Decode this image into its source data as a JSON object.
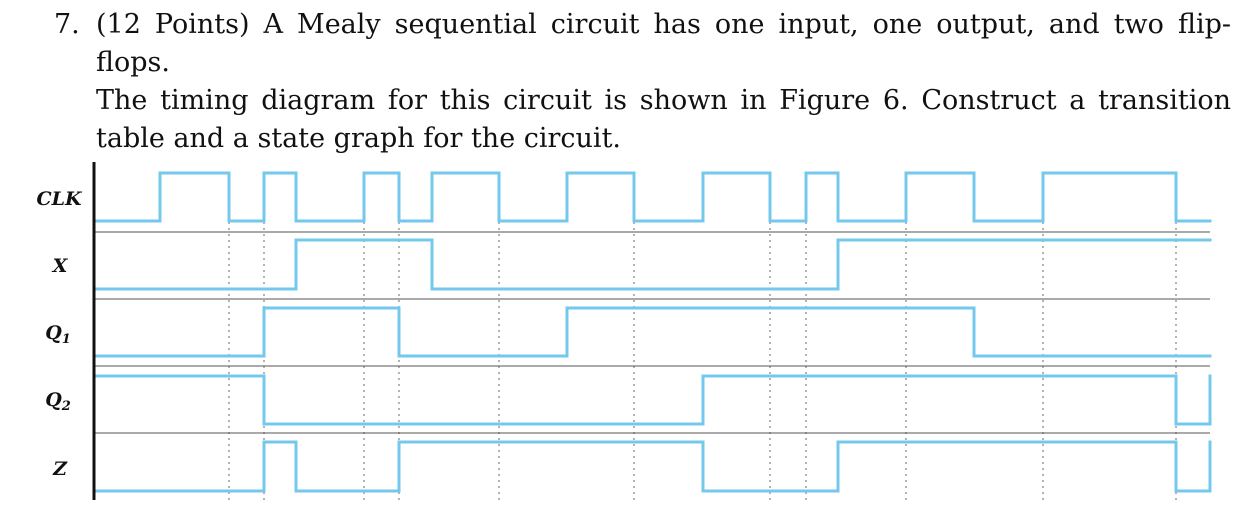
{
  "problem": {
    "number": "7.",
    "lines": [
      "(12 Points) A Mealy sequential circuit has one input, one output, and two flip-flops.",
      "The timing diagram for this circuit is shown in Figure 6. Construct a transition",
      "table and a state graph for the circuit."
    ]
  },
  "diagram": {
    "colors": {
      "waveform": "#74c8ec",
      "axis": "#111111",
      "separator": "#555555",
      "guide": "#444444"
    },
    "signals": [
      {
        "id": "clk",
        "label": "CLK",
        "levels": [
          0,
          1,
          0,
          1,
          0,
          1,
          0,
          1,
          0,
          1,
          0,
          1,
          0,
          1,
          0,
          1,
          0,
          1,
          0
        ]
      },
      {
        "id": "x",
        "label": "X",
        "levels": [
          0,
          0,
          0,
          0,
          1,
          1,
          1,
          0,
          0,
          0,
          0,
          0,
          0,
          0,
          1,
          1,
          1,
          1,
          1,
          1
        ]
      },
      {
        "id": "q1",
        "label": "Q1",
        "levels": [
          0,
          0,
          0,
          1,
          1,
          1,
          0,
          0,
          0,
          1,
          1,
          1,
          1,
          1,
          1,
          1,
          0,
          0,
          0,
          0
        ]
      },
      {
        "id": "q2",
        "label": "Q2",
        "levels": [
          1,
          1,
          1,
          0,
          0,
          0,
          0,
          0,
          0,
          0,
          0,
          1,
          1,
          1,
          1,
          1,
          1,
          1,
          0,
          1
        ]
      },
      {
        "id": "z",
        "label": "Z",
        "levels": [
          0,
          0,
          0,
          1,
          0,
          0,
          1,
          1,
          1,
          1,
          1,
          0,
          0,
          0,
          1,
          1,
          1,
          1,
          0,
          1
        ]
      }
    ]
  }
}
